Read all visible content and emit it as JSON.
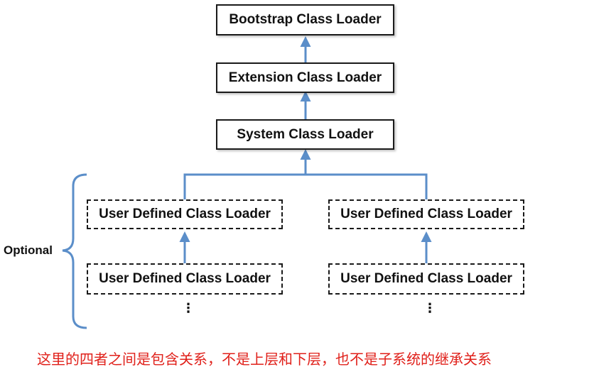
{
  "nodes": {
    "bootstrap": "Bootstrap Class Loader",
    "extension": "Extension Class Loader",
    "system": "System Class Loader",
    "user_left_top": "User Defined Class Loader",
    "user_left_bottom": "User Defined Class Loader",
    "user_right_top": "User Defined Class Loader",
    "user_right_bottom": "User Defined Class Loader"
  },
  "optional_label": "Optional",
  "ellipsis": "⋮",
  "note": "这里的四者之间是包含关系，不是上层和下层，也不是子系统的继承关系",
  "colors": {
    "arrow": "#5b8ec9",
    "note": "#e0201a",
    "brace": "#5b8ec9"
  }
}
